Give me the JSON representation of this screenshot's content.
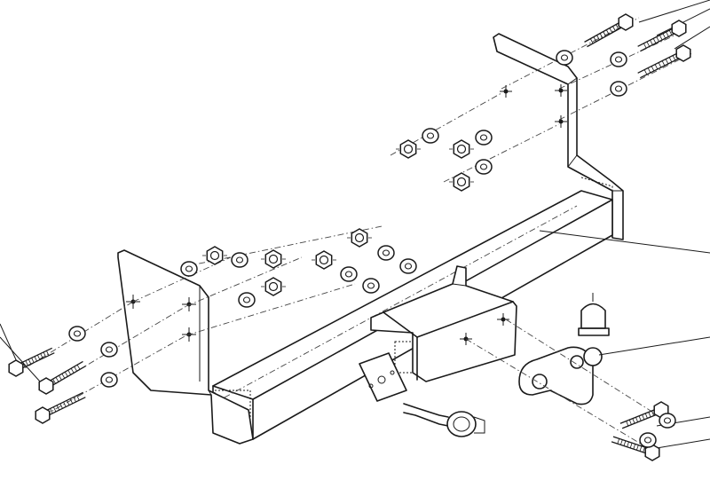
{
  "diagram": {
    "subject": "tow-hitch-exploded-assembly",
    "ink_color": "#1a1a1a",
    "background_color": "#ffffff",
    "components": [
      {
        "id": "crossbar",
        "icon": "hitch-crossbar"
      },
      {
        "id": "left-bracket",
        "icon": "mounting-bracket"
      },
      {
        "id": "right-bracket",
        "icon": "mounting-bracket"
      },
      {
        "id": "drawbar",
        "icon": "drawbar-mount"
      },
      {
        "id": "tow-ball",
        "icon": "tow-ball"
      },
      {
        "id": "electrical-socket",
        "icon": "trailer-socket"
      },
      {
        "id": "bolts",
        "icon": "bolt"
      },
      {
        "id": "nuts",
        "icon": "hex-nut"
      },
      {
        "id": "washers",
        "icon": "washer"
      }
    ]
  }
}
